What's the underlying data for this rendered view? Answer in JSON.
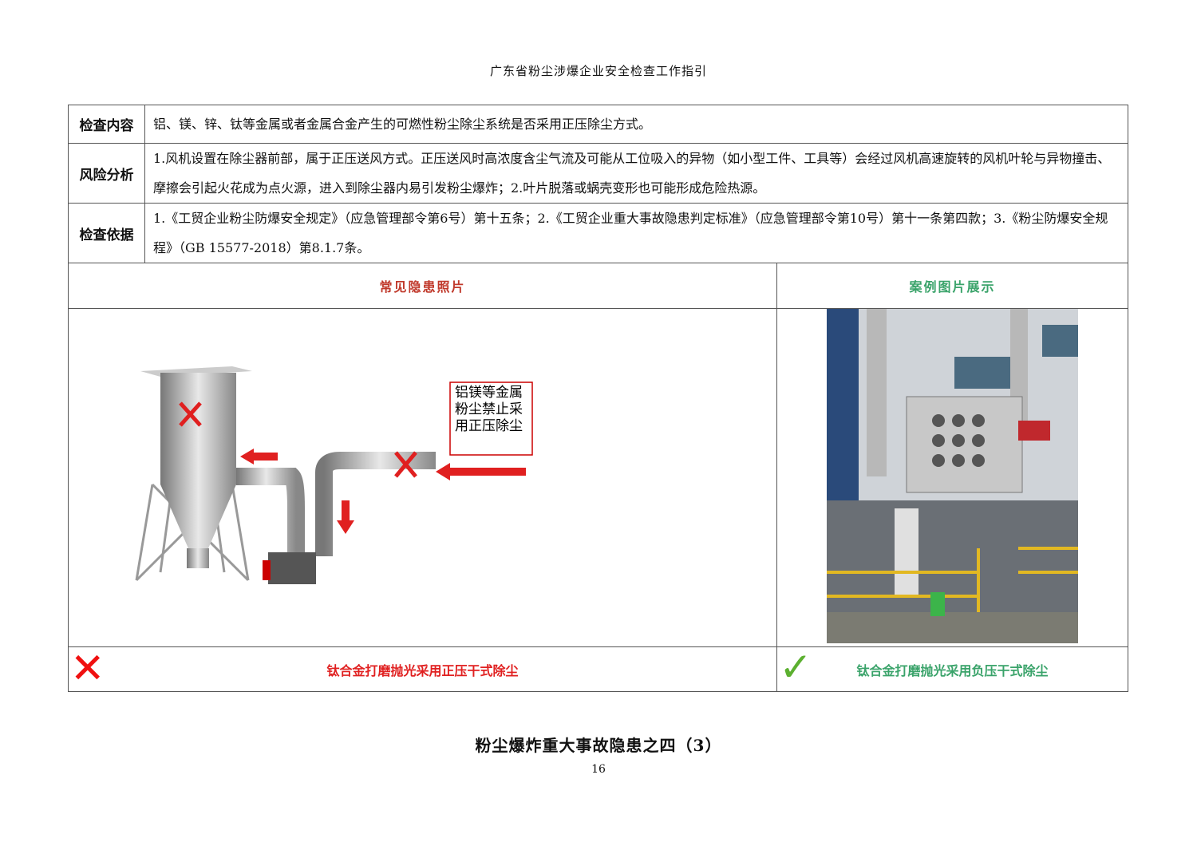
{
  "header": {
    "title": "广东省粉尘涉爆企业安全检查工作指引"
  },
  "rows": [
    {
      "label": "检查内容",
      "text": "铝、镁、锌、钛等金属或者金属合金产生的可燃性粉尘除尘系统是否采用正压除尘方式。"
    },
    {
      "label": "风险分析",
      "text": "1.风机设置在除尘器前部，属于正压送风方式。正压送风时高浓度含尘气流及可能从工位吸入的异物（如小型工件、工具等）会经过风机高速旋转的风机叶轮与异物撞击、摩擦会引起火花成为点火源，进入到除尘器内易引发粉尘爆炸；2.叶片脱落或蜗壳变形也可能形成危险热源。"
    },
    {
      "label": "检查依据",
      "text": "1.《工贸企业粉尘防爆安全规定》（应急管理部令第6号）第十五条；2.《工贸企业重大事故隐患判定标准》（应急管理部令第10号）第十一条第四款；3.《粉尘防爆安全规程》（GB 15577-2018）第8.1.7条。"
    }
  ],
  "sections": {
    "left": "常见隐患照片",
    "right": "案例图片展示"
  },
  "diagram": {
    "note": "铝镁等金属粉尘禁止采用正压除尘"
  },
  "captions": {
    "left": "钛合金打磨抛光采用正压干式除尘",
    "right": "钛合金打磨抛光采用负压干式除尘"
  },
  "colors": {
    "bad": "#e02020",
    "good": "#3aa36a"
  },
  "footer": {
    "title": "粉尘爆炸重大事故隐患之四（3）",
    "page": "16"
  }
}
